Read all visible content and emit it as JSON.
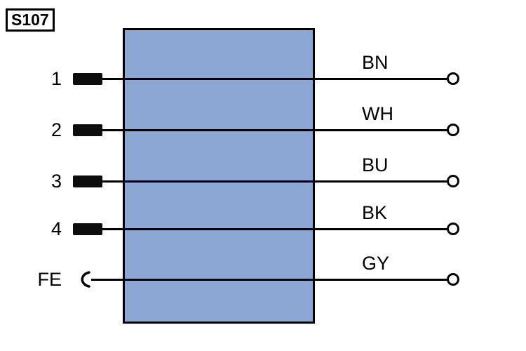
{
  "diagram": {
    "label": "S107",
    "connector_body_fill": "#8da7d4",
    "wire_color": "#000000",
    "pins": [
      {
        "pin": "1",
        "wire": "BN"
      },
      {
        "pin": "2",
        "wire": "WH"
      },
      {
        "pin": "3",
        "wire": "BU"
      },
      {
        "pin": "4",
        "wire": "BK"
      },
      {
        "pin": "FE",
        "wire": "GY"
      }
    ]
  }
}
